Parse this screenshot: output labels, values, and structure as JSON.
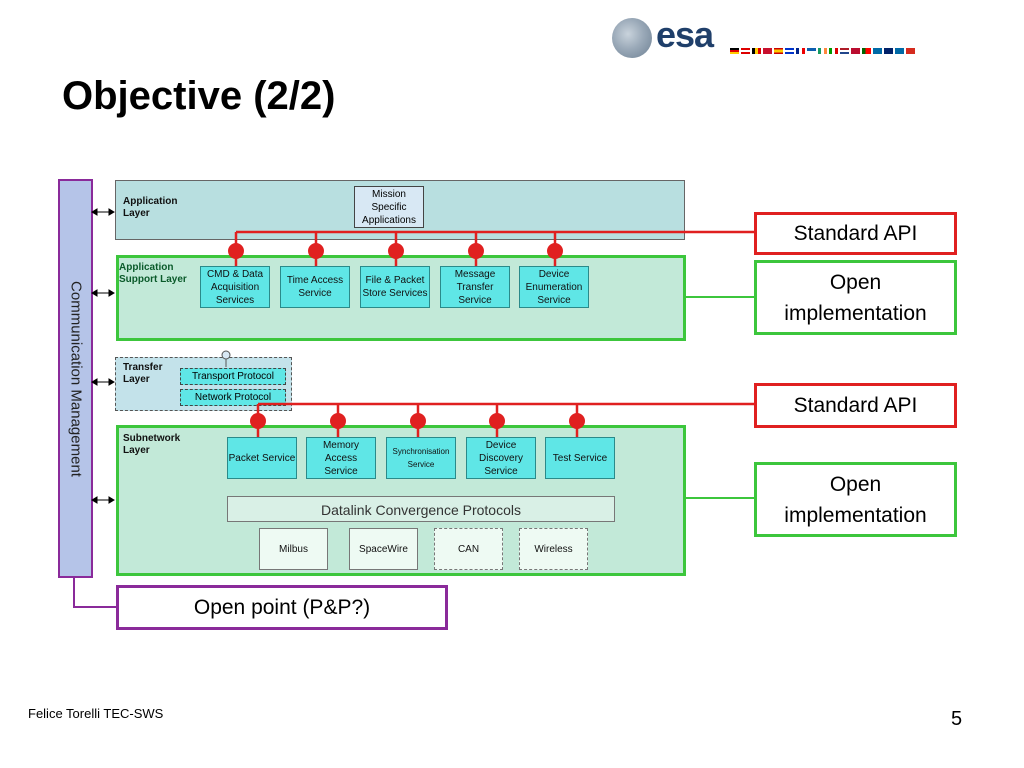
{
  "slide": {
    "title": "Objective (2/2)",
    "footer": "Felice Torelli TEC-SWS",
    "page_number": "5"
  },
  "logo": {
    "text": "esa",
    "icon": "esa-globe-icon"
  },
  "diagram": {
    "comm_management": "Communication Management",
    "application_layer": {
      "label": "Application Layer",
      "mission": "Mission Specific Applications"
    },
    "application_support_layer": {
      "label": "Application Support Layer",
      "services": [
        "CMD & Data Acquisition Services",
        "Time Access Service",
        "File & Packet Store Services",
        "Message Transfer Service",
        "Device Enumeration Service"
      ]
    },
    "transfer_layer": {
      "label": "Transfer Layer",
      "transport": "Transport Protocol",
      "network": "Network Protocol"
    },
    "subnetwork_layer": {
      "label": "Subnetwork Layer",
      "services": [
        "Packet Service",
        "Memory Access Service",
        "Synchronisation Service",
        "Device Discovery Service",
        "Test Service"
      ],
      "dlc": "Datalink Convergence Protocols",
      "physical": [
        "Milbus",
        "SpaceWire",
        "CAN",
        "Wireless"
      ]
    },
    "callouts": {
      "standard_api_1": "Standard API",
      "open_impl_1": "Open implementation",
      "standard_api_2": "Standard API",
      "open_impl_2": "Open implementation",
      "open_point": "Open point (P&P?)"
    },
    "colors": {
      "api": "#e02020",
      "impl": "#3cc63c",
      "open_point": "#8a2a9a"
    }
  }
}
